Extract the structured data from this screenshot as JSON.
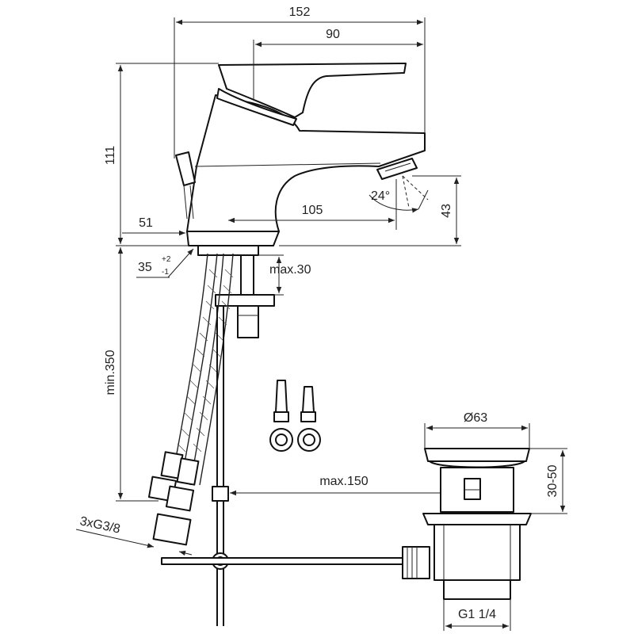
{
  "drawing": {
    "dimensions": {
      "overall_width": "152",
      "handle_depth": "90",
      "overall_height": "111",
      "rear_offset": "51",
      "spout_projection": "105",
      "spout_height": "43",
      "tilt_angle": "24°",
      "mount_angle": "35",
      "mount_tol_plus": "+2",
      "mount_tol_minus": "-1",
      "max_thickness": "max.30",
      "hose_length": "min.350",
      "pop_up_reach": "max.150",
      "waste_diameter": "Ø63",
      "waste_height": "30-50",
      "connection": "3xG3/8",
      "waste_thread": "G1 1/4"
    }
  }
}
